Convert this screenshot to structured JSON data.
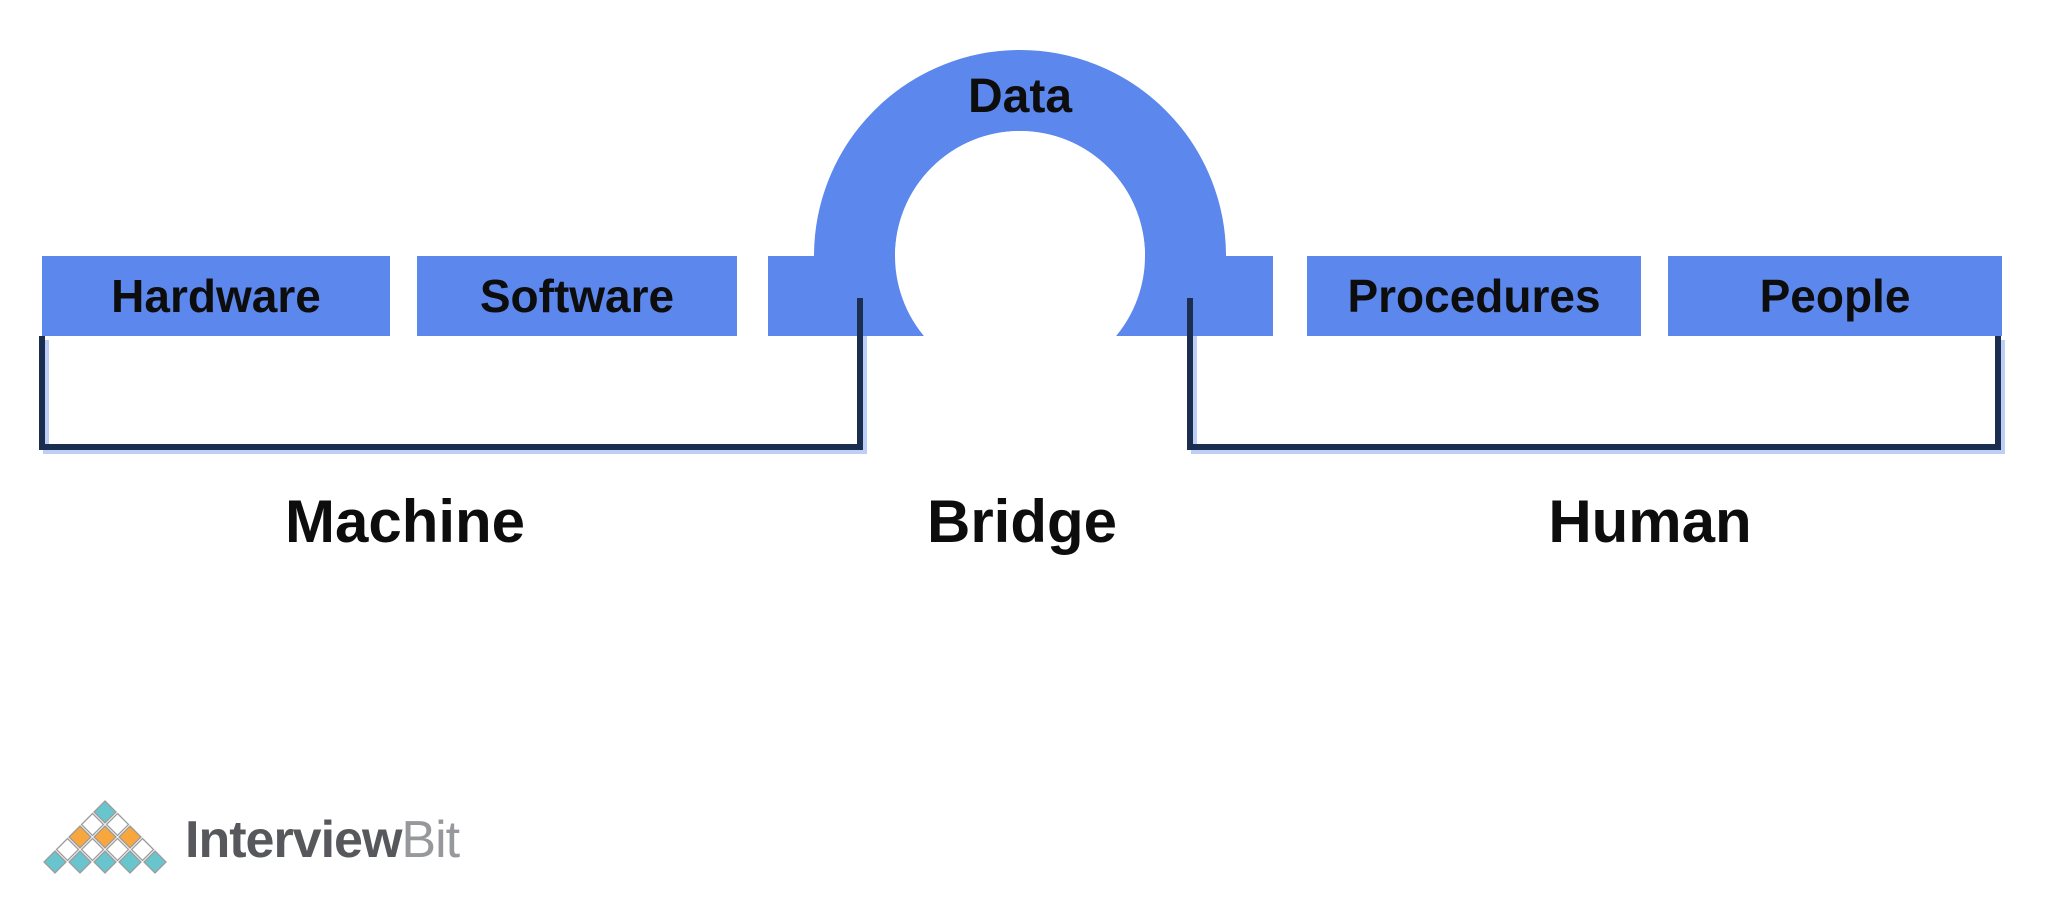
{
  "diagram": {
    "arch": {
      "label": "Data"
    },
    "blocks": [
      {
        "label": "Hardware"
      },
      {
        "label": "Software"
      },
      {
        "label": "Procedures"
      },
      {
        "label": "People"
      }
    ],
    "groups": [
      {
        "label": "Machine"
      },
      {
        "label": "Bridge"
      },
      {
        "label": "Human"
      }
    ],
    "colors": {
      "block_blue": "#5c87ec",
      "bracket_navy": "#1c2e50",
      "label_black": "#0d0d0d"
    }
  },
  "logo": {
    "brand_primary": "Interview",
    "brand_secondary": "Bit",
    "colors": {
      "teal": "#69c5cd",
      "orange": "#f7a73d",
      "diamond_outline": "#9b9b9b",
      "primary_text": "#57585c",
      "secondary_text": "#97989b"
    },
    "mark_rows": [
      [
        "teal"
      ],
      [
        "white",
        "white"
      ],
      [
        "orange",
        "orange",
        "orange"
      ],
      [
        "white",
        "white",
        "white",
        "white"
      ],
      [
        "teal",
        "teal",
        "teal",
        "teal",
        "teal"
      ]
    ]
  }
}
